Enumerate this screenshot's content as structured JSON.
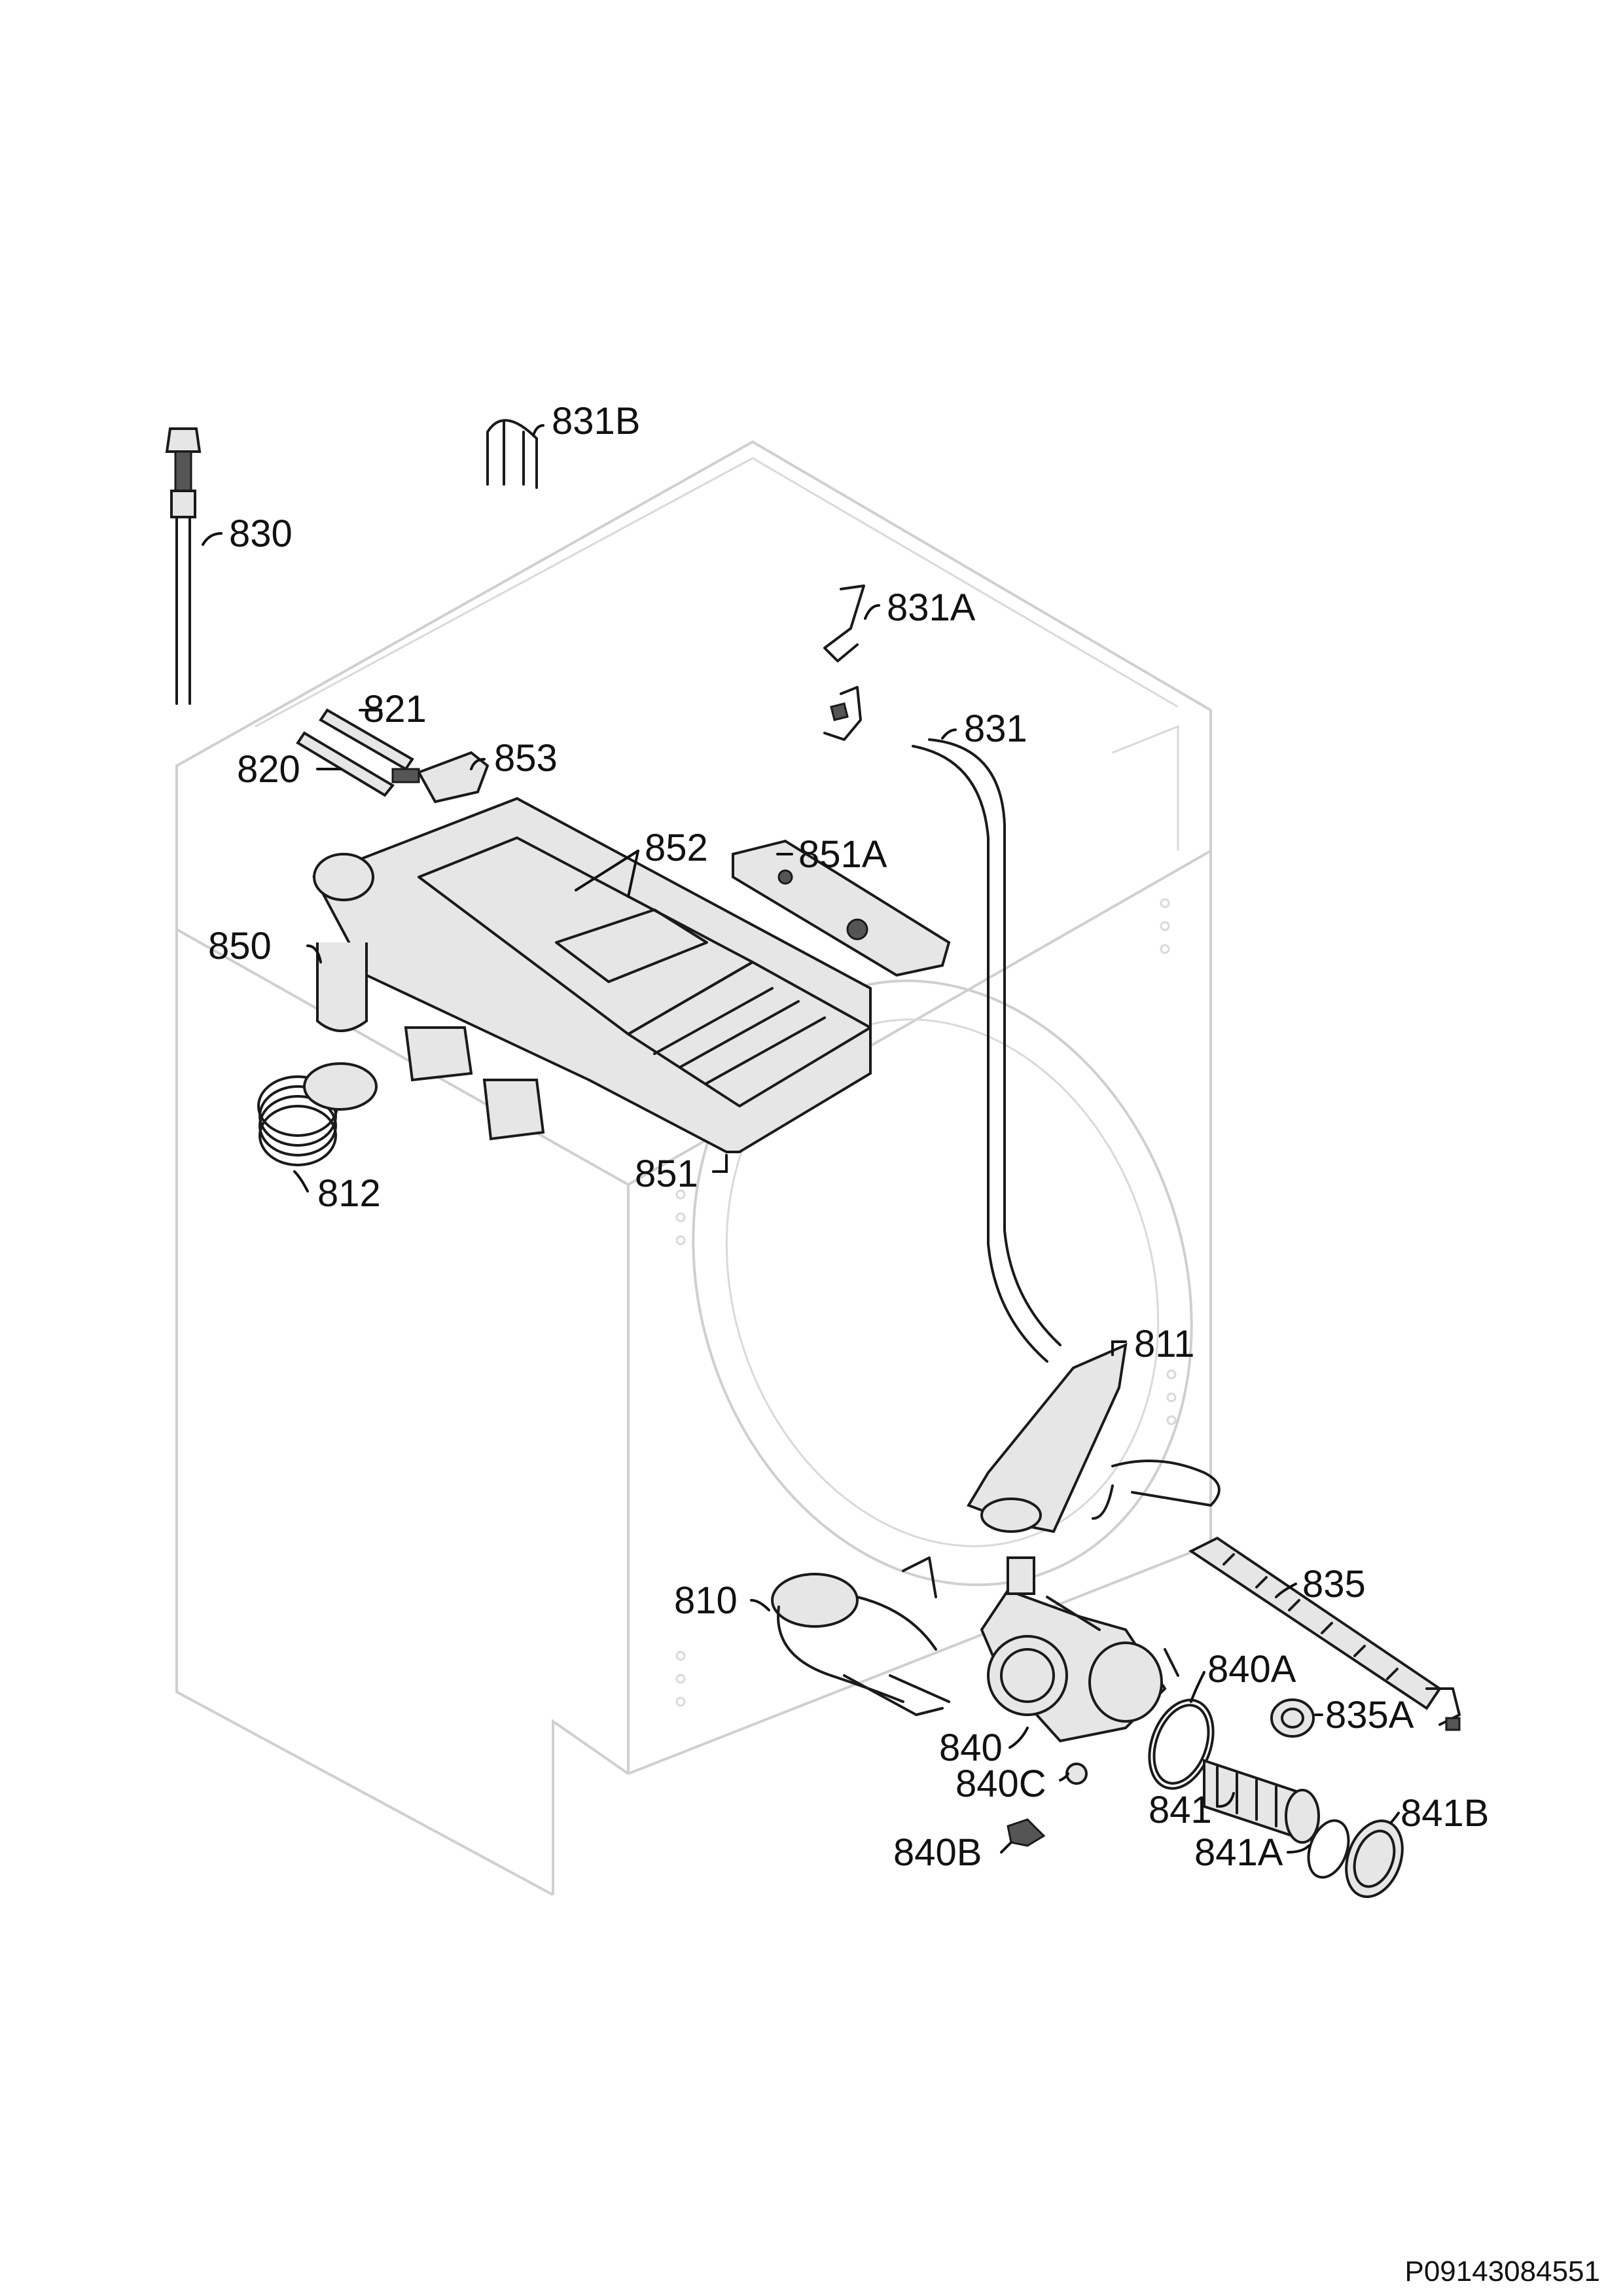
{
  "diagram": {
    "reference_code": "P09143084551",
    "callouts": [
      {
        "id": "831B",
        "text": "831B"
      },
      {
        "id": "830",
        "text": "830"
      },
      {
        "id": "831A",
        "text": "831A"
      },
      {
        "id": "821",
        "text": "821"
      },
      {
        "id": "853",
        "text": "853"
      },
      {
        "id": "820",
        "text": "820"
      },
      {
        "id": "831",
        "text": "831"
      },
      {
        "id": "852",
        "text": "852"
      },
      {
        "id": "851A",
        "text": "851A"
      },
      {
        "id": "850",
        "text": "850"
      },
      {
        "id": "812",
        "text": "812"
      },
      {
        "id": "851",
        "text": "851"
      },
      {
        "id": "811",
        "text": "811"
      },
      {
        "id": "810",
        "text": "810"
      },
      {
        "id": "835",
        "text": "835"
      },
      {
        "id": "840A",
        "text": "840A"
      },
      {
        "id": "835A",
        "text": "835A"
      },
      {
        "id": "840",
        "text": "840"
      },
      {
        "id": "840C",
        "text": "840C"
      },
      {
        "id": "841",
        "text": "841"
      },
      {
        "id": "841B",
        "text": "841B"
      },
      {
        "id": "841A",
        "text": "841A"
      },
      {
        "id": "840B",
        "text": "840B"
      }
    ]
  }
}
